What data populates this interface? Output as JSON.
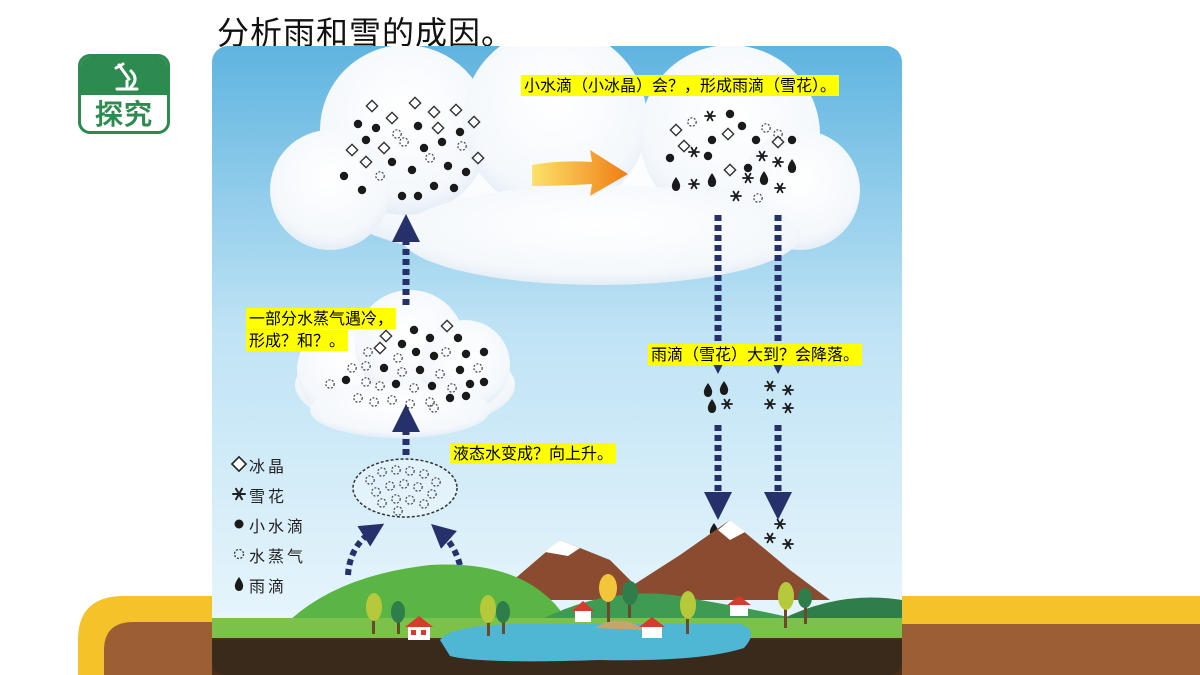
{
  "title": "分析雨和雪的成因。",
  "badge": {
    "label": "探究"
  },
  "labels": {
    "top_right": "小水滴（小冰晶）会？，形成雨滴（雪花）。",
    "left_mid_line1": "一部分水蒸气遇冷，",
    "left_mid_line2": "形成？和？。",
    "right_mid": "雨滴（雪花）大到？会降落。",
    "bottom_mid": "液态水变成？向上升。"
  },
  "legend": [
    {
      "icon": "ice-crystal-icon",
      "label": "冰晶"
    },
    {
      "icon": "snowflake-icon",
      "label": "雪花"
    },
    {
      "icon": "water-droplet-icon",
      "label": "小水滴"
    },
    {
      "icon": "water-vapor-icon",
      "label": "水蒸气"
    },
    {
      "icon": "raindrop-icon",
      "label": "雨滴"
    }
  ],
  "colors": {
    "sky_top": "#5fb4e0",
    "sky_bottom": "#e9f6fd",
    "arrow": "#26306a",
    "orange_arrow": "#f5a019",
    "grass": "#5bb544",
    "mountain": "#8a4b30",
    "band_yellow": "#f6c229",
    "band_brown": "#9b5f33",
    "badge_green": "#2e8b4f",
    "highlight": "#ffff00"
  }
}
